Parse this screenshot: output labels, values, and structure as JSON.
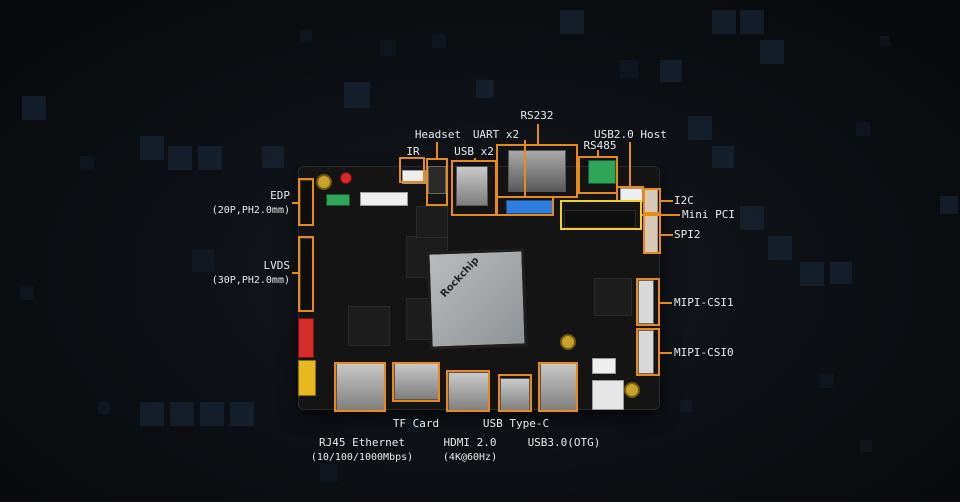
{
  "soc_brand": "Rockchip",
  "labels": {
    "rs232": "RS232",
    "headset": "Headset",
    "uart": "UART x2",
    "usb_host2": "USB2.0 Host",
    "ir": "IR",
    "usb_x2": "USB x2",
    "rs485": "RS485",
    "edp_title": "EDP",
    "edp_sub": "(20P,PH2.0mm)",
    "i2c": "I2C",
    "mini_pci": "Mini PCI",
    "spi2": "SPI2",
    "lvds_title": "LVDS",
    "lvds_sub": "(30P,PH2.0mm)",
    "mipi_csi1": "MIPI-CSI1",
    "mipi_csi0": "MIPI-CSI0",
    "tf_card": "TF Card",
    "usb_typec": "USB Type-C",
    "rj45_title": "RJ45 Ethernet",
    "rj45_sub": "(10/100/1000Mbps)",
    "hdmi_title": "HDMI 2.0",
    "hdmi_sub": "(4K@60Hz)",
    "usb3": "USB3.0(OTG)"
  },
  "colors": {
    "accent_orange": "#e88a1a",
    "accent_yellow": "#f2cf2a",
    "background": "#0b0d10",
    "label_text": "#e9e9e9"
  }
}
